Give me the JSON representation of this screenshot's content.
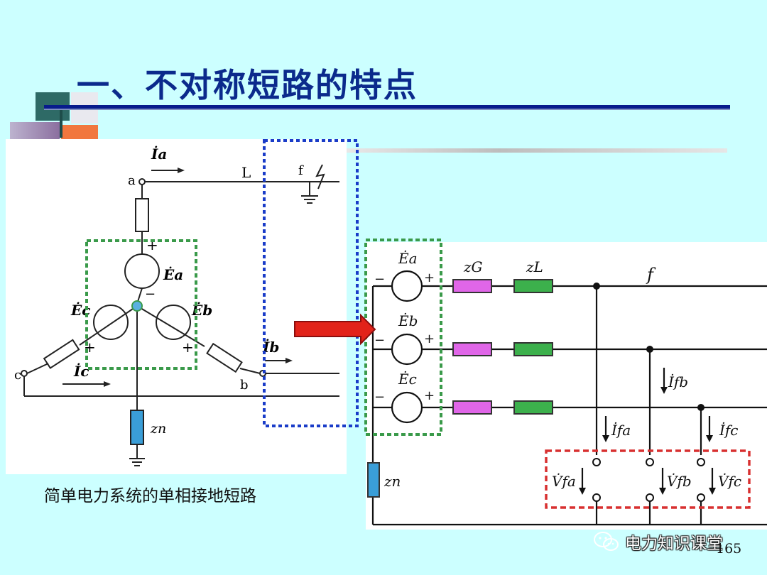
{
  "slide": {
    "title": "一、不对称短路的特点",
    "page_number": "165",
    "watermark": "电力知识课堂",
    "left_caption": "简单电力系统的单相接地短路"
  },
  "left_diagram": {
    "node_a": "a",
    "node_b": "b",
    "node_c": "c",
    "line_label": "L",
    "fault_label": "f",
    "current_a": "İa",
    "current_b": "İb",
    "current_c": "İc",
    "emf_a": "Ėa",
    "emf_b": "Ėb",
    "emf_c": "Ėc",
    "plus_sign": "+",
    "minus_sign": "−",
    "zn": "zn"
  },
  "right_diagram": {
    "emf_a": "Ėa",
    "emf_b": "Ėb",
    "emf_c": "Ėc",
    "zg": "zG",
    "zl": "zL",
    "fault": "f",
    "zn": "zn",
    "i_fa": "İfa",
    "i_fb": "İfb",
    "i_fc": "İfc",
    "v_fa": "V̇fa",
    "v_fb": "V̇fb",
    "v_fc": "V̇fc"
  },
  "colors": {
    "title": "#0b2a8c",
    "zg_block": "#e066e8",
    "zl_block": "#3cb04c",
    "zn_block": "#3a9ed8",
    "green_box": "#3a9a4a",
    "blue_box": "#1a3cc8",
    "red_box": "#d83030",
    "arrow": "#e2231a"
  }
}
